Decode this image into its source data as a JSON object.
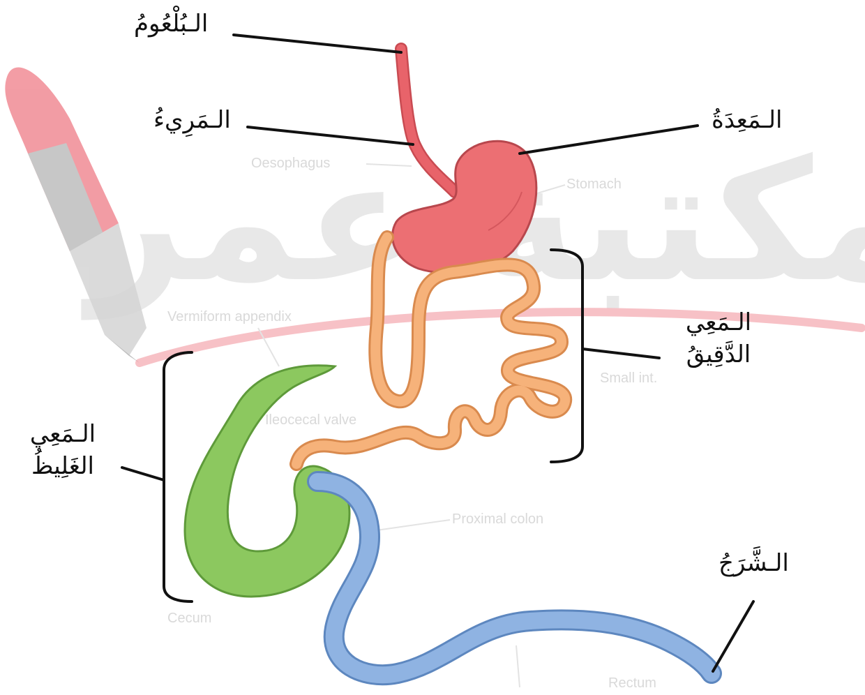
{
  "labels": {
    "pharynx": "الـبُلْعُومُ",
    "esophagus": "الـمَرِيءُ",
    "stomach": "الـمَعِدَةُ",
    "small_intestine_line1": "الـمَعِي",
    "small_intestine_line2": "الدَّقِيقُ",
    "large_intestine_line1": "الـمَعِي",
    "large_intestine_line2": "الغَلِيظُ",
    "anus": "الـشَّرَجُ"
  },
  "watermark": {
    "text": "مكتبة عمر"
  },
  "faint_background_labels": {
    "oesophagus": "Oesophagus",
    "stomach": "Stomach",
    "appendix": "Vermiform appendix",
    "ileocecal": "Ileocecal valve",
    "small": "Small int.",
    "proximal_colon": "Proximal colon",
    "cecum": "Cecum",
    "rectum": "Rectum"
  },
  "colors": {
    "esophagus": "#e8636a",
    "stomach": "#ec6f73",
    "small_intestine": "#f6b27a",
    "large_intestine": "#8cc85f",
    "rectum": "#8fb3e2",
    "watermark_accent": "#e94d5b",
    "leader_lines": "#111111"
  }
}
